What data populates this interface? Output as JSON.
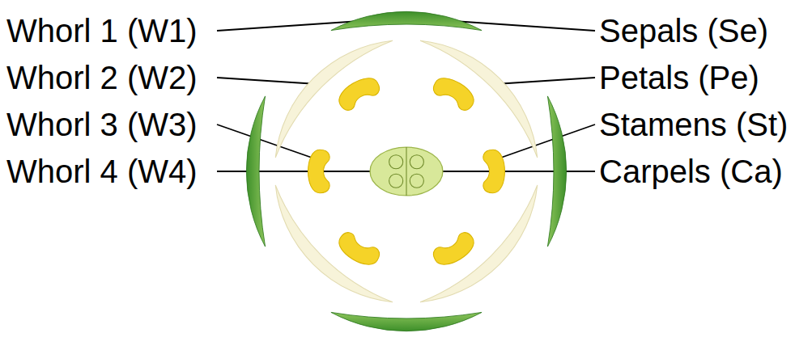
{
  "diagram": {
    "labels": [
      "Whorl 1 (W1)",
      "Sepals (Se)",
      "Whorl 2 (W2)",
      "Petals (Pe)",
      "Whorl 3 (W3)",
      "Stamens (St)",
      "Whorl 4 (W4)",
      "Carpels (Ca)"
    ]
  }
}
